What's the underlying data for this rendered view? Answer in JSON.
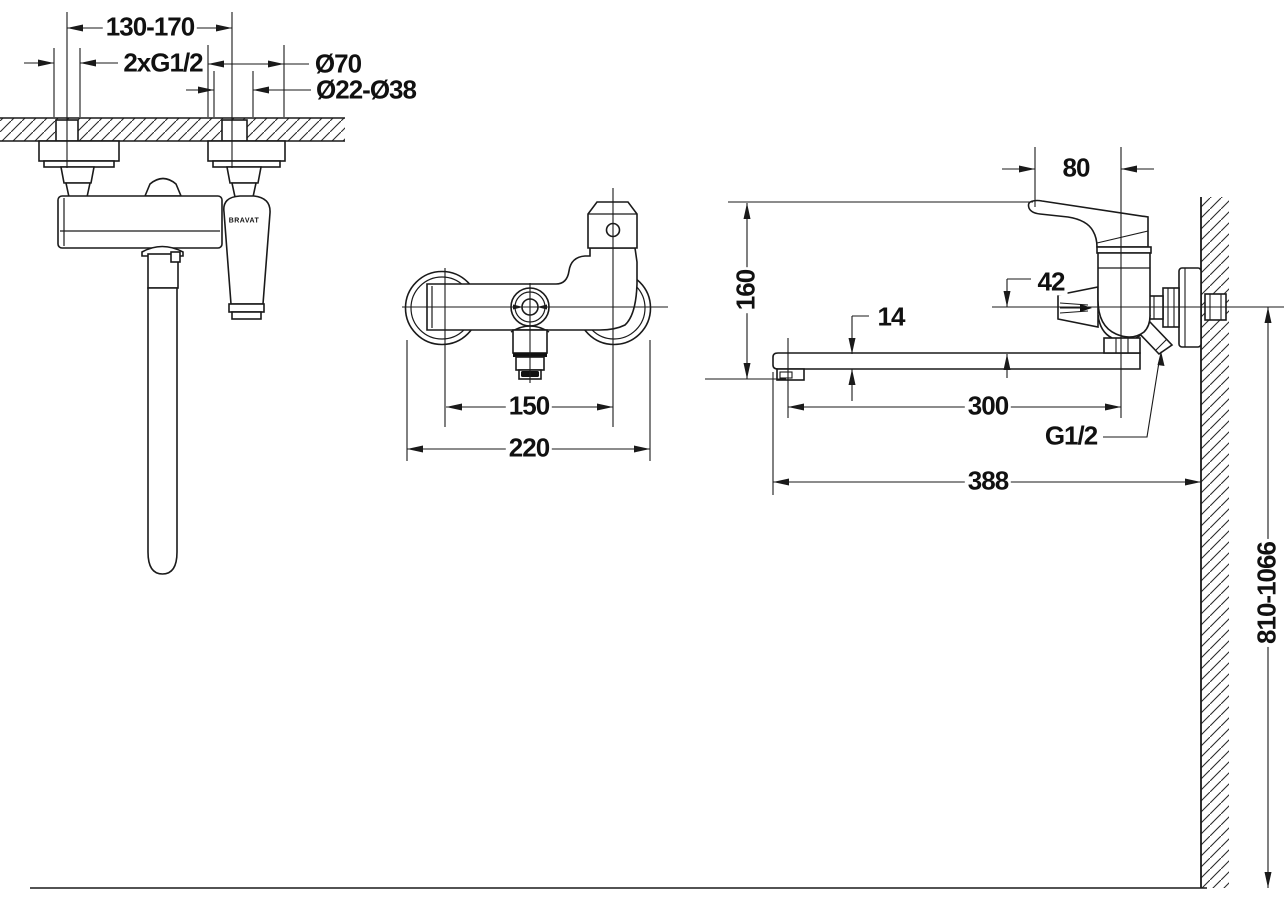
{
  "background": "#ffffff",
  "line_color": "#1a1a1a",
  "brand": "BRAVAT",
  "views": {
    "front": {
      "name": "front-view",
      "dims": {
        "centers_range": "130-170",
        "inlet_thread": "2xG1/2",
        "escutcheon_diameter": "Ø70",
        "cover_diameter": "Ø22-Ø38"
      }
    },
    "plan": {
      "name": "top-view",
      "dims": {
        "inlet_centers": "150",
        "overall_width": "220"
      }
    },
    "side": {
      "name": "side-view",
      "dims": {
        "handle_length": "80",
        "overall_height": "160",
        "diverter_offset": "42",
        "spout_thickness": "14",
        "spout_reach": "300",
        "shower_outlet_thread": "G1/2",
        "overall_reach": "388",
        "mounting_height_range": "810-1066"
      }
    }
  }
}
